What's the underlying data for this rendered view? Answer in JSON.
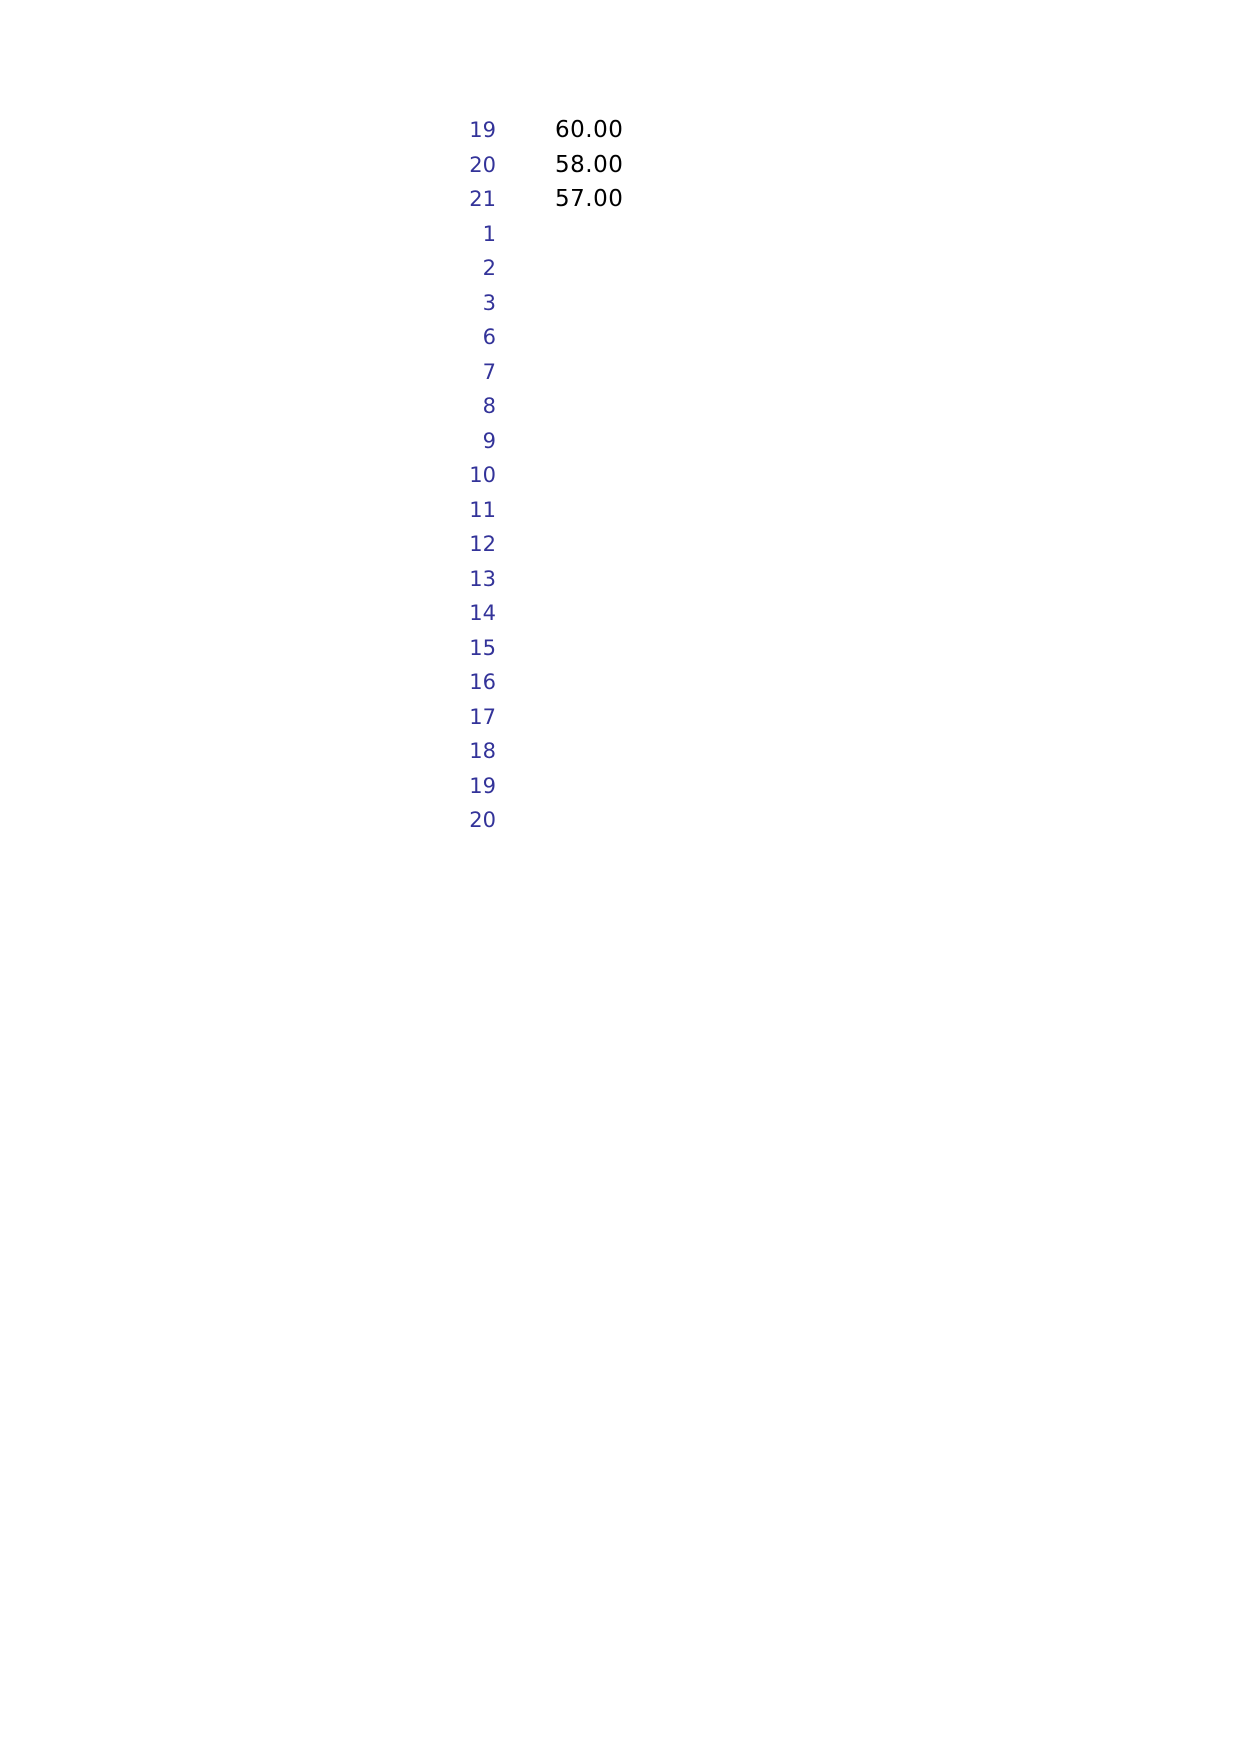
{
  "colors": {
    "row_number": "#333399",
    "value": "#000000",
    "background": "#ffffff"
  },
  "rows": [
    {
      "num": "19",
      "value": "60.00"
    },
    {
      "num": "20",
      "value": "58.00"
    },
    {
      "num": "21",
      "value": "57.00"
    },
    {
      "num": "1",
      "value": ""
    },
    {
      "num": "2",
      "value": ""
    },
    {
      "num": "3",
      "value": ""
    },
    {
      "num": "6",
      "value": ""
    },
    {
      "num": "7",
      "value": ""
    },
    {
      "num": "8",
      "value": ""
    },
    {
      "num": "9",
      "value": ""
    },
    {
      "num": "10",
      "value": ""
    },
    {
      "num": "11",
      "value": ""
    },
    {
      "num": "12",
      "value": ""
    },
    {
      "num": "13",
      "value": ""
    },
    {
      "num": "14",
      "value": ""
    },
    {
      "num": "15",
      "value": ""
    },
    {
      "num": "16",
      "value": ""
    },
    {
      "num": "17",
      "value": ""
    },
    {
      "num": "18",
      "value": ""
    },
    {
      "num": "19",
      "value": ""
    },
    {
      "num": "20",
      "value": ""
    }
  ]
}
